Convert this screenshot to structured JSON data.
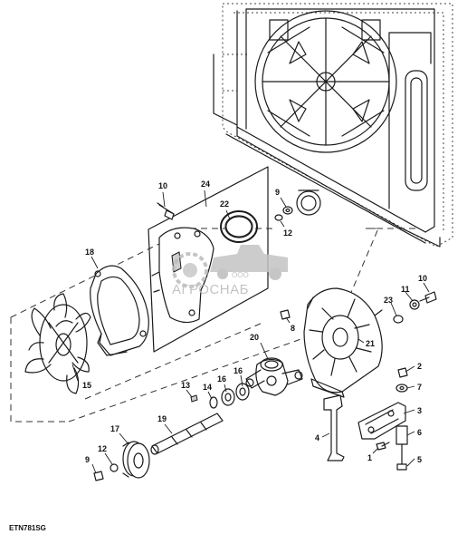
{
  "figure_id": "ETN781SG",
  "watermark": {
    "company": "АГРОСНАБ",
    "prefix": "ООО"
  },
  "callouts": [
    {
      "id": "c1",
      "label": "1"
    },
    {
      "id": "c2",
      "label": "2"
    },
    {
      "id": "c3",
      "label": "3"
    },
    {
      "id": "c4",
      "label": "4"
    },
    {
      "id": "c5",
      "label": "5"
    },
    {
      "id": "c6",
      "label": "6"
    },
    {
      "id": "c7",
      "label": "7"
    },
    {
      "id": "c8",
      "label": "8"
    },
    {
      "id": "c9a",
      "label": "9"
    },
    {
      "id": "c9b",
      "label": "9"
    },
    {
      "id": "c10a",
      "label": "10"
    },
    {
      "id": "c10b",
      "label": "10"
    },
    {
      "id": "c11",
      "label": "11"
    },
    {
      "id": "c12a",
      "label": "12"
    },
    {
      "id": "c12b",
      "label": "12"
    },
    {
      "id": "c13",
      "label": "13"
    },
    {
      "id": "c14",
      "label": "14"
    },
    {
      "id": "c15",
      "label": "15"
    },
    {
      "id": "c16a",
      "label": "16"
    },
    {
      "id": "c16b",
      "label": "16"
    },
    {
      "id": "c17",
      "label": "17"
    },
    {
      "id": "c18",
      "label": "18"
    },
    {
      "id": "c19",
      "label": "19"
    },
    {
      "id": "c20",
      "label": "20"
    },
    {
      "id": "c21",
      "label": "21"
    },
    {
      "id": "c22",
      "label": "22"
    },
    {
      "id": "c23",
      "label": "23"
    },
    {
      "id": "c24",
      "label": "24"
    }
  ]
}
